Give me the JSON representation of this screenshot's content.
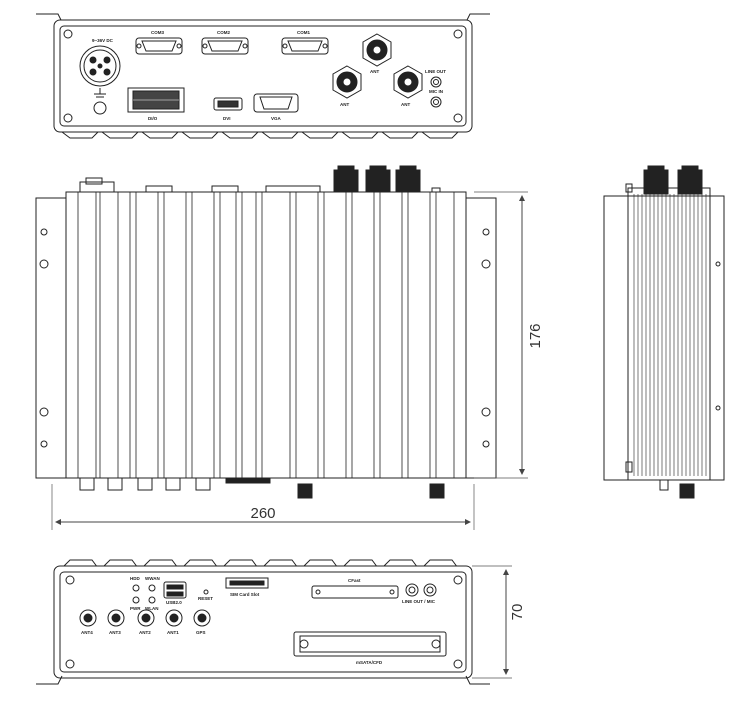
{
  "dimensions": {
    "width": "260",
    "depth": "176",
    "height": "70"
  },
  "rear_panel": {
    "connectors": {
      "power": "9~36V DC",
      "com3": "COM3",
      "com2": "COM2",
      "com1": "COM1",
      "dio": "DI/O",
      "dvi": "DVI",
      "vga": "VGA",
      "ant_left": "ANT",
      "ant_mid": "ANT",
      "ant_top": "ANT",
      "line_out": "LINE OUT",
      "mic": "MIC IN"
    }
  },
  "front_panel": {
    "leds": {
      "hdd": "HDD",
      "wwan": "WWAN",
      "pwr": "PWR",
      "wlan": "WLAN"
    },
    "labels": {
      "usb": "USB2.0",
      "reset": "RESET",
      "sim": "SIM Card Slot",
      "cfast": "CFast",
      "audio": "LINE OUT / MIC",
      "msata": "mSATA/CFD"
    },
    "antennas": [
      "ANT4",
      "ANT3",
      "ANT2",
      "ANT1",
      "GPS"
    ]
  }
}
